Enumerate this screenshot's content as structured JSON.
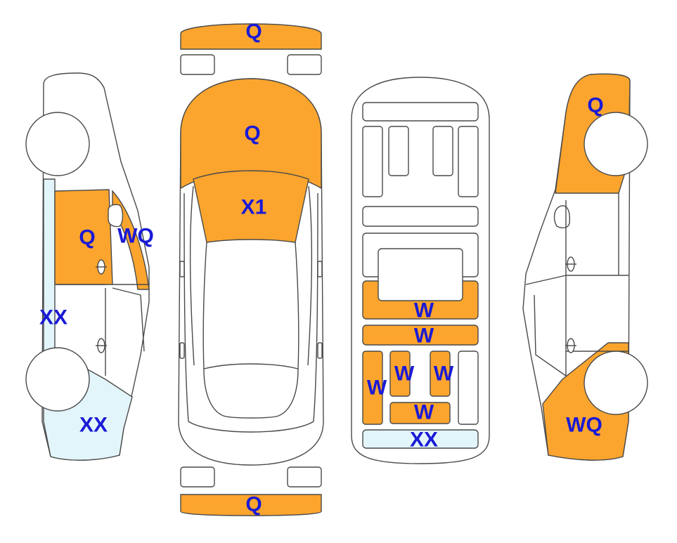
{
  "colors": {
    "orange": "#FBA52E",
    "light_blue": "#E2F5FB",
    "label": "#1A1AD6",
    "outline": "#4A4A4A",
    "background": "#FFFFFF"
  },
  "left_view": {
    "labels": {
      "front_door": "Q",
      "a_pillar": "WQ",
      "sill": "XX",
      "rear_quarter": "XX"
    }
  },
  "top_view": {
    "labels": {
      "front_bumper": "Q",
      "hood": "Q",
      "windshield": "X1",
      "rear_bumper": "Q"
    }
  },
  "underbody_view": {
    "labels": {
      "panel_1": "W",
      "panel_2": "W",
      "panel_3": "W",
      "panel_4": "W",
      "panel_5": "W",
      "panel_6": "W",
      "rear_strip": "XX"
    }
  },
  "right_view": {
    "labels": {
      "front_fender": "Q",
      "rear_quarter": "WQ"
    }
  }
}
